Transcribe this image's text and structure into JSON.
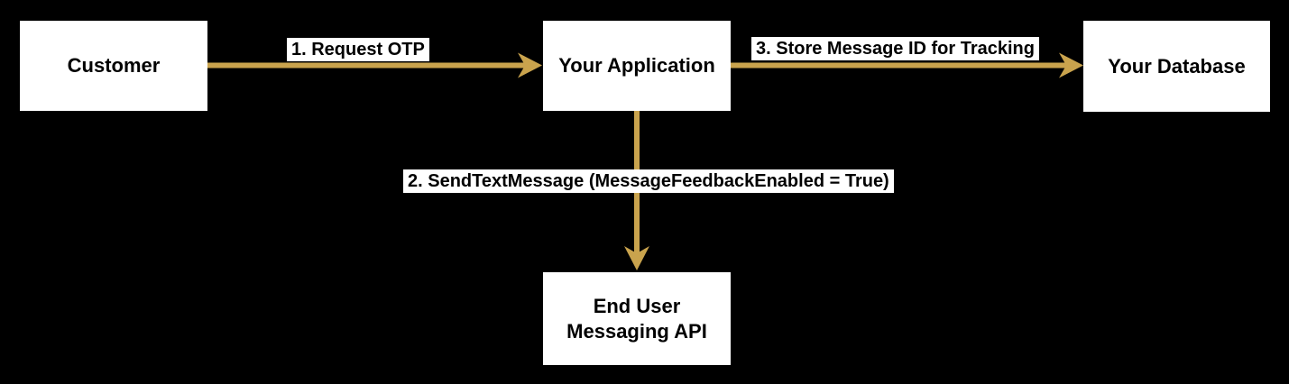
{
  "diagram": {
    "colors": {
      "bg": "#000000",
      "arrow": "#C9A34D",
      "node_fill": "#FFFFFF",
      "node_text": "#000000",
      "label_bg": "#FFFFFF",
      "label_text": "#000000"
    },
    "nodes": [
      {
        "id": "customer",
        "label": "Customer"
      },
      {
        "id": "your-application",
        "label": "Your Application"
      },
      {
        "id": "your-database",
        "label": "Your Database"
      },
      {
        "id": "end-user-messaging-api",
        "label": "End User\nMessaging API"
      }
    ],
    "edges": [
      {
        "id": "request-otp",
        "from": "customer",
        "to": "your-application",
        "label": "1. Request OTP"
      },
      {
        "id": "send-text-message",
        "from": "your-application",
        "to": "end-user-messaging-api",
        "label": "2. SendTextMessage (MessageFeedbackEnabled = True)"
      },
      {
        "id": "store-message-id",
        "from": "your-application",
        "to": "your-database",
        "label": "3. Store Message ID for Tracking"
      }
    ]
  }
}
